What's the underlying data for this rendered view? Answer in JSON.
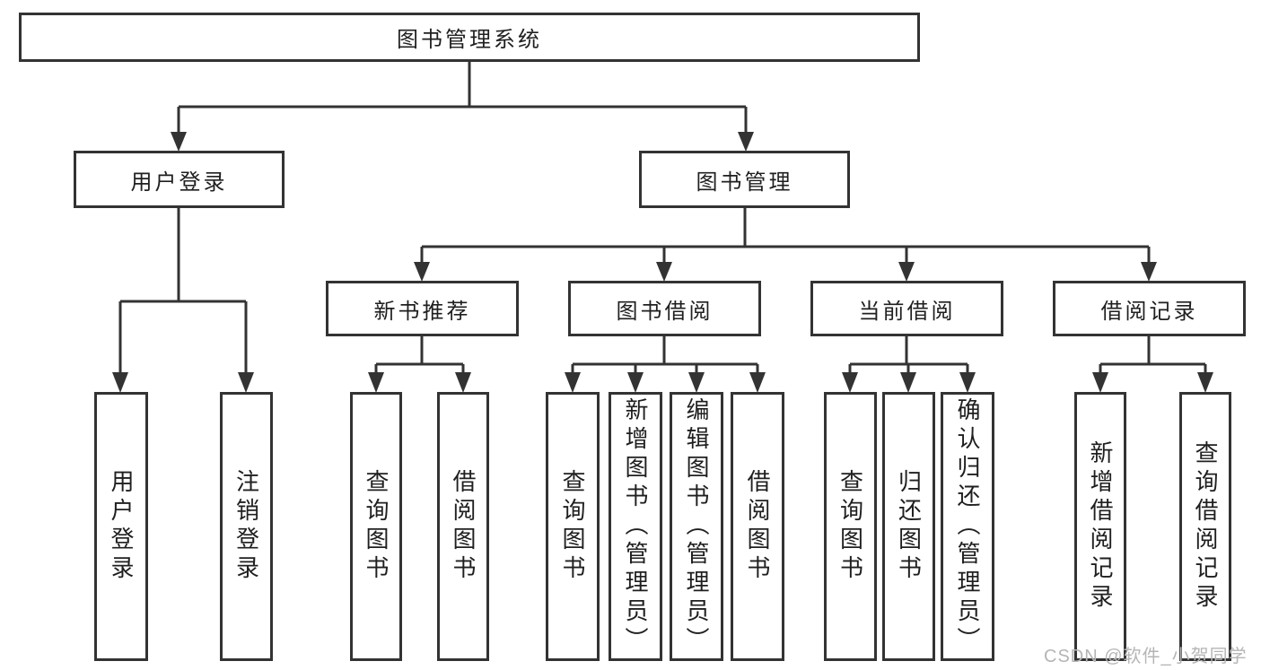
{
  "colors": {
    "line": "#333333",
    "text": "#1f1f1f",
    "watermark": "#b5b5b5"
  },
  "watermark": "CSDN @软件_小贺同学",
  "tree": {
    "label": "图书管理系统",
    "children": [
      {
        "label": "用户登录",
        "children": [
          {
            "label": "用户登录"
          },
          {
            "label": "注销登录"
          }
        ]
      },
      {
        "label": "图书管理",
        "children": [
          {
            "label": "新书推荐",
            "children": [
              {
                "label": "查询图书"
              },
              {
                "label": "借阅图书"
              }
            ]
          },
          {
            "label": "图书借阅",
            "children": [
              {
                "label": "查询图书"
              },
              {
                "label": "新增图书（管理员）"
              },
              {
                "label": "编辑图书（管理员）"
              },
              {
                "label": "借阅图书"
              }
            ]
          },
          {
            "label": "当前借阅",
            "children": [
              {
                "label": "查询图书"
              },
              {
                "label": "归还图书"
              },
              {
                "label": "确认归还（管理员）"
              }
            ]
          },
          {
            "label": "借阅记录",
            "children": [
              {
                "label": "新增借阅记录"
              },
              {
                "label": "查询借阅记录"
              }
            ]
          }
        ]
      }
    ]
  }
}
